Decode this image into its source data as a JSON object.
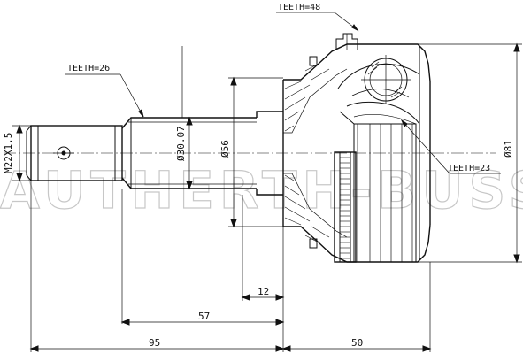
{
  "labels": {
    "teeth_outer": "TEETH=48",
    "teeth_shaft": "TEETH=26",
    "teeth_inner": "TEETH=23",
    "thread": "M22X1.5",
    "dia_shaft": "Ø30.07",
    "dia_shoulder": "Ø56",
    "dia_bell": "Ø81",
    "dim_12": "12",
    "dim_57": "57",
    "dim_95": "95",
    "dim_50": "50"
  },
  "watermark": "AUTHERTH-BUSS",
  "colors": {
    "ink": "#111111",
    "background": "#ffffff",
    "watermark": "#9a9a9a"
  }
}
